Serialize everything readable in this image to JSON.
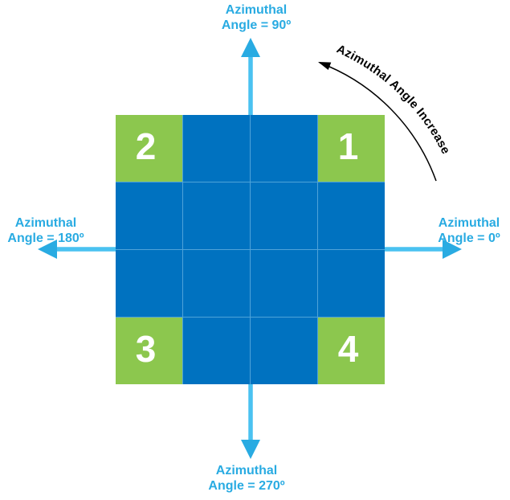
{
  "grid": {
    "rows": 4,
    "cols": 4,
    "corners": {
      "top_left": "2",
      "top_right": "1",
      "bottom_left": "3",
      "bottom_right": "4"
    }
  },
  "axis_labels": {
    "top": {
      "line1": "Azimuthal",
      "line2": "Angle = 90º"
    },
    "right": {
      "line1": "Azimuthal",
      "line2": "Angle = 0º"
    },
    "left": {
      "line1": "Azimuthal",
      "line2": "Angle = 180º"
    },
    "bottom": {
      "line1": "Azimuthal",
      "line2": "Angle = 270º"
    }
  },
  "annotation": {
    "rotation_label": "Azimuthal Angle Increase"
  },
  "colors": {
    "cell_blue": "#0072C0",
    "cell_green": "#8CC74E",
    "grid_line": "#4FA3D9",
    "arrow_cyan": "#29ABE2",
    "arrow_shaft_cyan": "#4AC2F1",
    "annotation_black": "#000000",
    "number_white": "#FFFFFF"
  }
}
